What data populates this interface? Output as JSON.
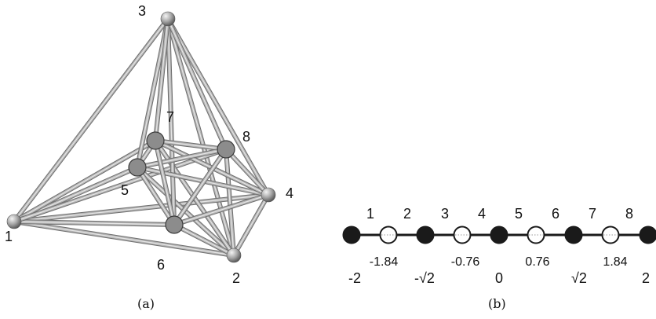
{
  "figure_a": {
    "caption": "(a)",
    "vertex_labels": [
      "1",
      "2",
      "3",
      "4",
      "5",
      "6",
      "7",
      "8"
    ]
  },
  "figure_b": {
    "caption": "(b)",
    "node_labels": [
      "1",
      "2",
      "3",
      "4",
      "5",
      "6",
      "7",
      "8"
    ],
    "value_labels": [
      "-2",
      "-1.84",
      "-√2",
      "-0.76",
      "0",
      "0.76",
      "√2",
      "1.84",
      "2"
    ],
    "node_fills": [
      "filled",
      "open",
      "filled",
      "open",
      "filled",
      "open",
      "filled",
      "open",
      "filled"
    ]
  },
  "colors": {
    "rod": "#b4b4b4",
    "rod_edge": "#6e6e6e",
    "inner_node": "#8c8c8c",
    "filled_node": "#1a1a1a",
    "open_node": "#ffffff",
    "text": "#111111"
  }
}
